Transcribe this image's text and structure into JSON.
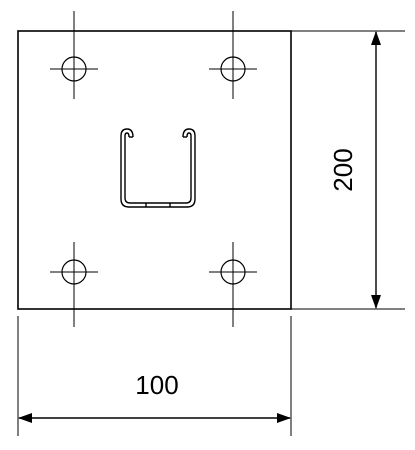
{
  "drawing": {
    "title": "",
    "dimensions": {
      "width_label": "100",
      "height_label": "200"
    },
    "features": {
      "mounting_holes": 4,
      "center_profile": "C-channel"
    },
    "colors": {
      "line": "#000000",
      "background": "#ffffff"
    }
  }
}
